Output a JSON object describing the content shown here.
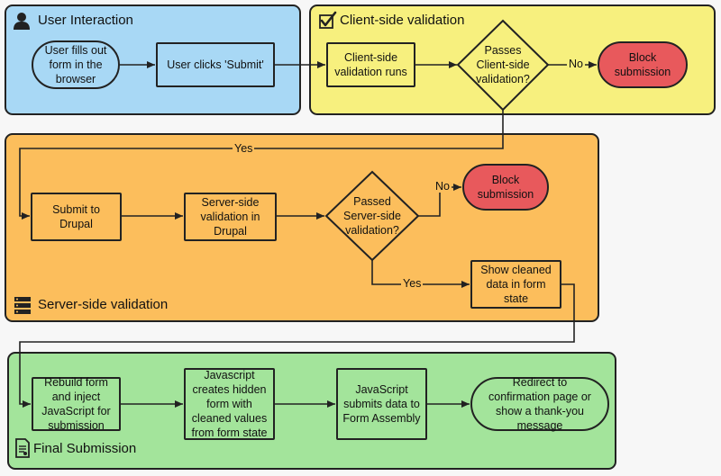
{
  "colors": {
    "user_zone": "#a8d8f5",
    "client_zone": "#f7f07e",
    "server_zone": "#fcbe5c",
    "final_zone": "#a3e49b",
    "block": "#e8595c",
    "stroke": "#222222"
  },
  "zones": {
    "user": {
      "title": "User Interaction",
      "icon": "user-icon"
    },
    "client": {
      "title": "Client-side validation",
      "icon": "checkmark-icon"
    },
    "server": {
      "title": "Server-side validation",
      "icon": "server-icon"
    },
    "final": {
      "title": "Final Submission",
      "icon": "document-icon"
    }
  },
  "nodes": {
    "user_fills": "User fills out form in the browser",
    "user_clicks": "User clicks 'Submit'",
    "client_runs": "Client-side validation runs",
    "client_passes": "Passes Client-side validation?",
    "client_block": "Block submission",
    "submit_drupal": "Submit to Drupal",
    "server_validation": "Server-side validation in Drupal",
    "server_passed": "Passed Server-side validation?",
    "server_block": "Block submission",
    "show_cleaned": "Show cleaned data in form state",
    "rebuild_form": "Rebuild form and inject JavaScript for submission",
    "js_hidden_form": "Javascript creates hidden form with cleaned values from form state",
    "js_submits": "JavaScript submits data to Form Assembly",
    "redirect": "Redirect to confirmation page or show a thank-you message"
  },
  "edges": {
    "client_no": "No",
    "client_yes": "Yes",
    "server_no": "No",
    "server_yes": "Yes"
  }
}
